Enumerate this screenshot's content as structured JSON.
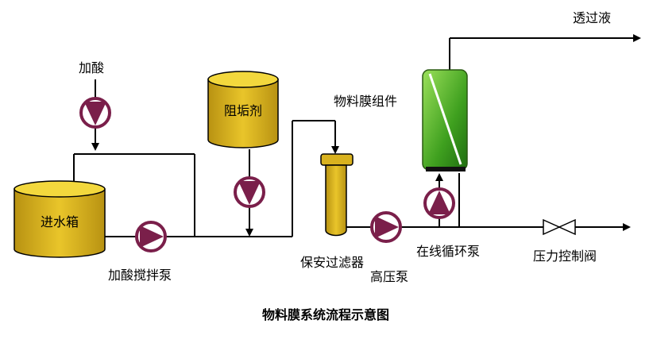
{
  "title": "物料膜系统流程示意图",
  "labels": {
    "acid_add": "加酸",
    "antiscalant": "阻垢剂",
    "membrane_module": "物料膜组件",
    "permeate": "透过液",
    "feed_tank": "进水箱",
    "acid_mix_pump": "加酸搅拌泵",
    "security_filter": "保安过滤器",
    "high_pressure_pump": "高压泵",
    "circulation_pump": "在线循环泵",
    "pressure_valve": "压力控制阀"
  },
  "colors": {
    "tank_gold": "#d9b21f",
    "pump_purple": "#7a1f4a",
    "membrane_green": "#4caf2a",
    "line": "#000000"
  }
}
